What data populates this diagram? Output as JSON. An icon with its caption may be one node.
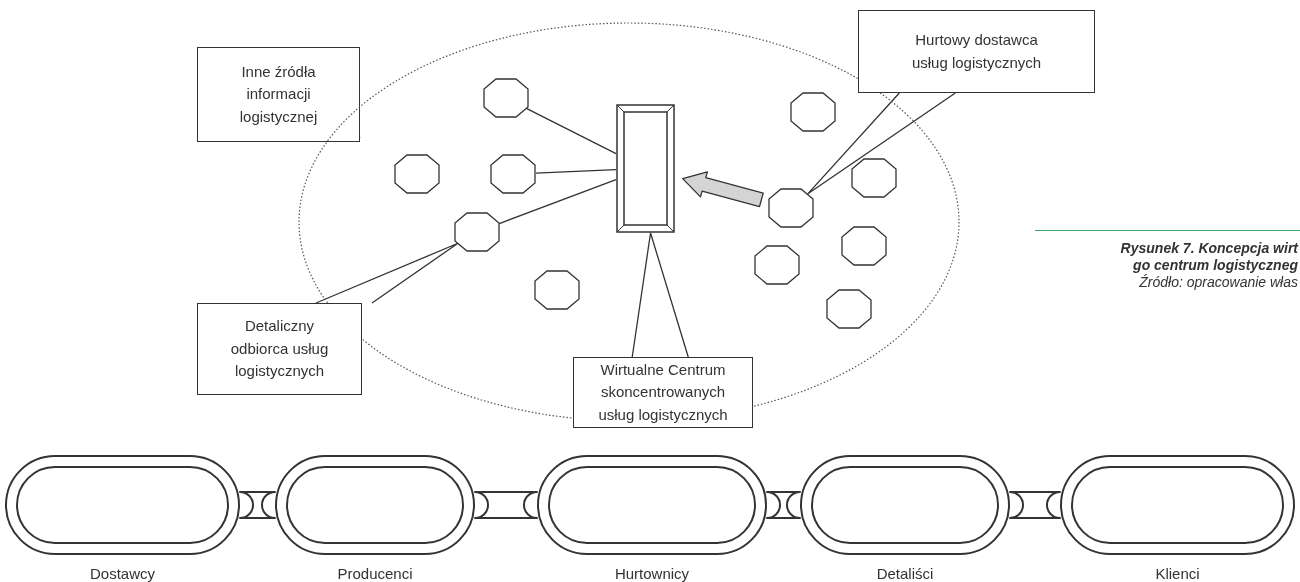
{
  "diagram": {
    "nodes": [
      {
        "text": [
          "Inne źródła informacji logistycznej"
        ]
      },
      {
        "text": [],
        "shape": "ellipse"
      },
      {
        "text": [],
        "shape": "octagon",
        "in": 1
      },
      {
        "text": [],
        "shape": "octagon",
        "in": 1
      },
      {
        "text": [],
        "shape": "octagon",
        "in": 1
      },
      {
        "text": [],
        "shape": "octagon",
        "in": 1
      },
      {
        "text": [],
        "shape": "octagon",
        "in": 1
      },
      {
        "text": [],
        "shape": "box",
        "in": 1
      },
      {
        "text": [],
        "shape": "octagon",
        "in": 1
      },
      {
        "text": [],
        "shape": "octagon",
        "in": 1
      },
      {
        "text": [],
        "shape": "octagon",
        "in": 1
      },
      {
        "text": [],
        "shape": "octagon",
        "in": 1
      },
      {
        "text": [],
        "shape": "octagon",
        "in": 1
      },
      {
        "text": [],
        "shape": "octagon",
        "in": 1
      },
      {
        "text": [
          "Hurtowy dostawca usług logistycznych"
        ]
      },
      {
        "text": [
          "Detaliczny odbiorca usług logistycznych"
        ]
      },
      {
        "text": [
          "Wirtualne Centrum skoncentrowanych usług logistycznych"
        ]
      },
      {
        "text": [
          "Dostawcy"
        ]
      },
      {
        "text": [
          "Producenci"
        ]
      },
      {
        "text": [
          "Hurtownicy"
        ]
      },
      {
        "text": [
          "Detaliści"
        ]
      },
      {
        "text": [
          "Klienci"
        ]
      }
    ],
    "edges": [
      {
        "from": 0,
        "to": 1,
        "arrow": "none"
      },
      {
        "from": 14,
        "to": 8,
        "arrow": "none"
      },
      {
        "from": 15,
        "to": 9,
        "arrow": "none"
      },
      {
        "from": 16,
        "to": 7,
        "arrow": "none"
      },
      {
        "from": 2,
        "to": 7,
        "arrow": "none"
      },
      {
        "from": 6,
        "to": 7,
        "arrow": "none"
      },
      {
        "from": 9,
        "to": 7,
        "arrow": "none"
      },
      {
        "from": 8,
        "to": 7,
        "arrow": "to",
        "style": "thick",
        "color": "#d4d4d4"
      },
      {
        "from": 17,
        "to": 18,
        "arrow": "none",
        "style": "thick"
      },
      {
        "from": 18,
        "to": 19,
        "arrow": "none",
        "style": "thick"
      },
      {
        "from": 19,
        "to": 20,
        "arrow": "none",
        "style": "thick"
      },
      {
        "from": 20,
        "to": 21,
        "arrow": "none",
        "style": "thick"
      }
    ],
    "labels": [
      "Rysunek 7. Koncepcja wirt",
      "go centrum logistyczneg",
      "Źródło: opracowanie włas"
    ]
  }
}
